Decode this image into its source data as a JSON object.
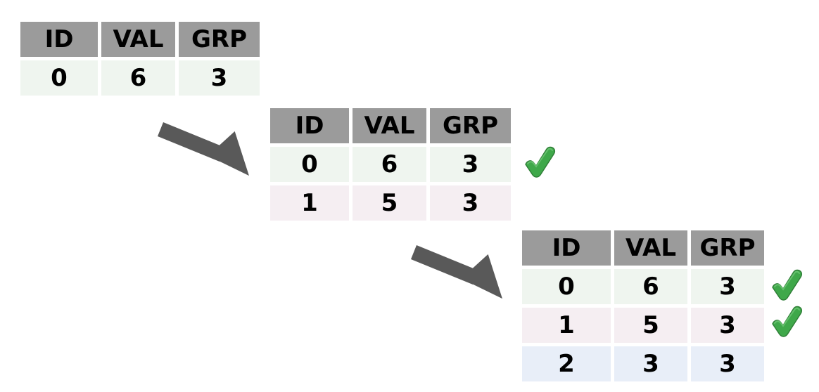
{
  "diagram": {
    "title": "Incremental table rows with checkmarks",
    "colors": {
      "header_bg": "#9b9b9b",
      "row_green": "#eff5ef",
      "row_pink": "#f5eef2",
      "row_blue": "#e8eef8",
      "arrow": "#595959",
      "check_green": "#3faa48",
      "text": "#000000",
      "background": "#ffffff"
    },
    "columns": [
      "ID",
      "VAL",
      "GRP"
    ],
    "steps": [
      {
        "name": "step-1",
        "headers": [
          "ID",
          "VAL",
          "GRP"
        ],
        "rows": [
          {
            "tint": "green",
            "cells": [
              "0",
              "6",
              "3"
            ],
            "check": false
          }
        ]
      },
      {
        "name": "step-2",
        "headers": [
          "ID",
          "VAL",
          "GRP"
        ],
        "rows": [
          {
            "tint": "green",
            "cells": [
              "0",
              "6",
              "3"
            ],
            "check": true
          },
          {
            "tint": "pink",
            "cells": [
              "1",
              "5",
              "3"
            ],
            "check": false
          }
        ]
      },
      {
        "name": "step-3",
        "headers": [
          "ID",
          "VAL",
          "GRP"
        ],
        "rows": [
          {
            "tint": "green",
            "cells": [
              "0",
              "6",
              "3"
            ],
            "check": true
          },
          {
            "tint": "pink",
            "cells": [
              "1",
              "5",
              "3"
            ],
            "check": true
          },
          {
            "tint": "blue",
            "cells": [
              "2",
              "3",
              "3"
            ],
            "check": false
          }
        ]
      }
    ],
    "arrows": [
      {
        "name": "arrow-step1-to-step2",
        "label": ""
      },
      {
        "name": "arrow-step2-to-step3",
        "label": ""
      }
    ],
    "checkmarks": [
      {
        "name": "checkmark-step2-row0",
        "glyph": "check-icon"
      },
      {
        "name": "checkmark-step3-row0",
        "glyph": "check-icon"
      },
      {
        "name": "checkmark-step3-row1",
        "glyph": "check-icon"
      }
    ]
  }
}
